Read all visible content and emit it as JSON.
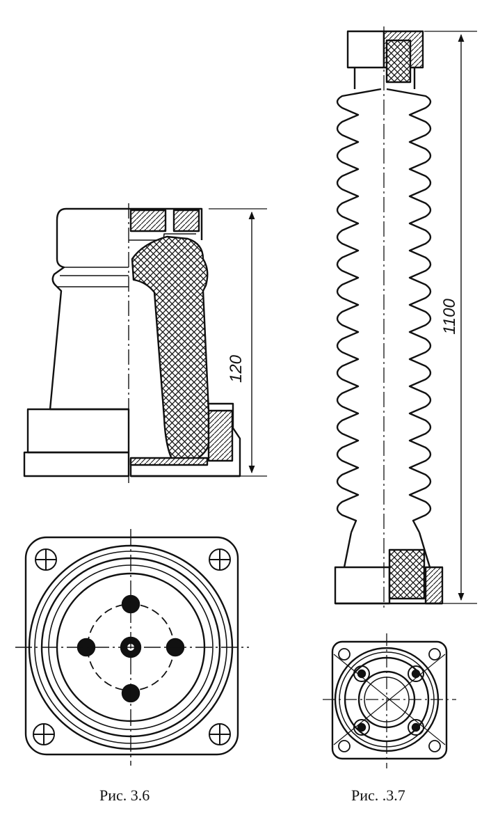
{
  "figures": [
    {
      "caption": "Рис. 3.6",
      "dimension_label": "120"
    },
    {
      "caption": "Рис. .3.7",
      "dimension_label": "1100"
    }
  ],
  "colors": {
    "ink": "#111111",
    "paper": "#ffffff"
  }
}
